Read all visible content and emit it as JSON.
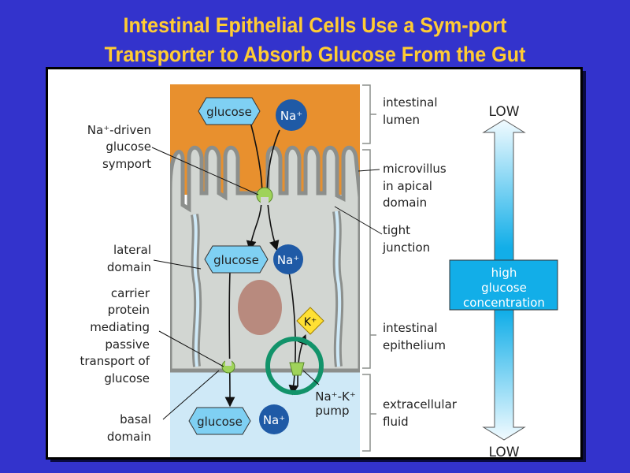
{
  "title": {
    "line1": "Intestinal Epithelial Cells Use a Sym-port",
    "line2": "Transporter to Absorb Glucose From the Gut"
  },
  "left_labels": {
    "symport": [
      "Na⁺-driven",
      "glucose",
      "symport"
    ],
    "lateral": [
      "lateral",
      "domain"
    ],
    "carrier": [
      "carrier",
      "protein",
      "mediating",
      "passive",
      "transport of",
      "glucose"
    ],
    "basal": [
      "basal",
      "domain"
    ]
  },
  "molecules": {
    "glucose": "glucose",
    "sodium": "Na⁺",
    "potassium": "K⁺",
    "pump": [
      "Na⁺-K⁺",
      "pump"
    ]
  },
  "right_labels": {
    "lumen": [
      "intestinal",
      "lumen"
    ],
    "microvillus": [
      "microvillus",
      "in apical",
      "domain"
    ],
    "tight": [
      "tight",
      "junction"
    ],
    "epithelium": [
      "intestinal",
      "epithelium"
    ],
    "extracellular": [
      "extracellular",
      "fluid"
    ]
  },
  "gradient": {
    "top": "LOW",
    "bottom": "LOW",
    "middle": [
      "high",
      "glucose",
      "concentration"
    ]
  },
  "colors": {
    "background": "#3333cc",
    "title": "#ffcc33",
    "lumen": "#e8902e",
    "cell": "#d2d6d2",
    "membrane": "#8c8f8c",
    "fluid": "#cfe9f7",
    "glucose": "#7fd0f3",
    "sodium": "#1f5aa6",
    "potassium": "#ffe033",
    "nucleus": "#b88a7e",
    "highlight_ring": "#12936a",
    "gradient_box": "#12aee8"
  }
}
